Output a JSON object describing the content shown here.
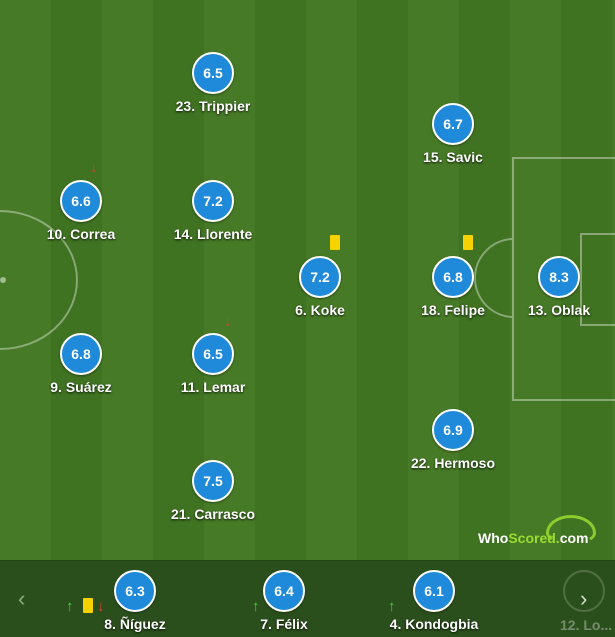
{
  "starters": [
    {
      "rating": "6.5",
      "name": "23. Trippier"
    },
    {
      "rating": "6.7",
      "name": "15. Savic"
    },
    {
      "rating": "6.6",
      "name": "10. Correa"
    },
    {
      "rating": "7.2",
      "name": "14. Llorente"
    },
    {
      "rating": "7.2",
      "name": "6. Koke"
    },
    {
      "rating": "6.8",
      "name": "18. Felipe"
    },
    {
      "rating": "8.3",
      "name": "13. Oblak"
    },
    {
      "rating": "6.8",
      "name": "9. Suárez"
    },
    {
      "rating": "6.5",
      "name": "11. Lemar"
    },
    {
      "rating": "6.9",
      "name": "22. Hermoso"
    },
    {
      "rating": "7.5",
      "name": "21. Carrasco"
    }
  ],
  "bench": [
    {
      "rating": "6.3",
      "name": "8. Ñíguez"
    },
    {
      "rating": "6.4",
      "name": "7. Félix"
    },
    {
      "rating": "6.1",
      "name": "4. Kondogbia"
    },
    {
      "rating": "",
      "name": "12. Lo..."
    }
  ],
  "icons": {
    "prev": "chevron-left-icon",
    "next": "chevron-right-icon",
    "yellow": "yellow-card-icon",
    "sub_in": "sub-in-arrow-icon",
    "sub_out": "sub-out-arrow-icon"
  },
  "colors": {
    "rating_bg": "#1f8ad9",
    "yellow_card": "#f6d200",
    "sub_out": "#e23b2e",
    "sub_in": "#3ed33e"
  },
  "brand": {
    "who": "Who",
    "scored": "Scored",
    "dot": ".",
    "com": "com"
  }
}
